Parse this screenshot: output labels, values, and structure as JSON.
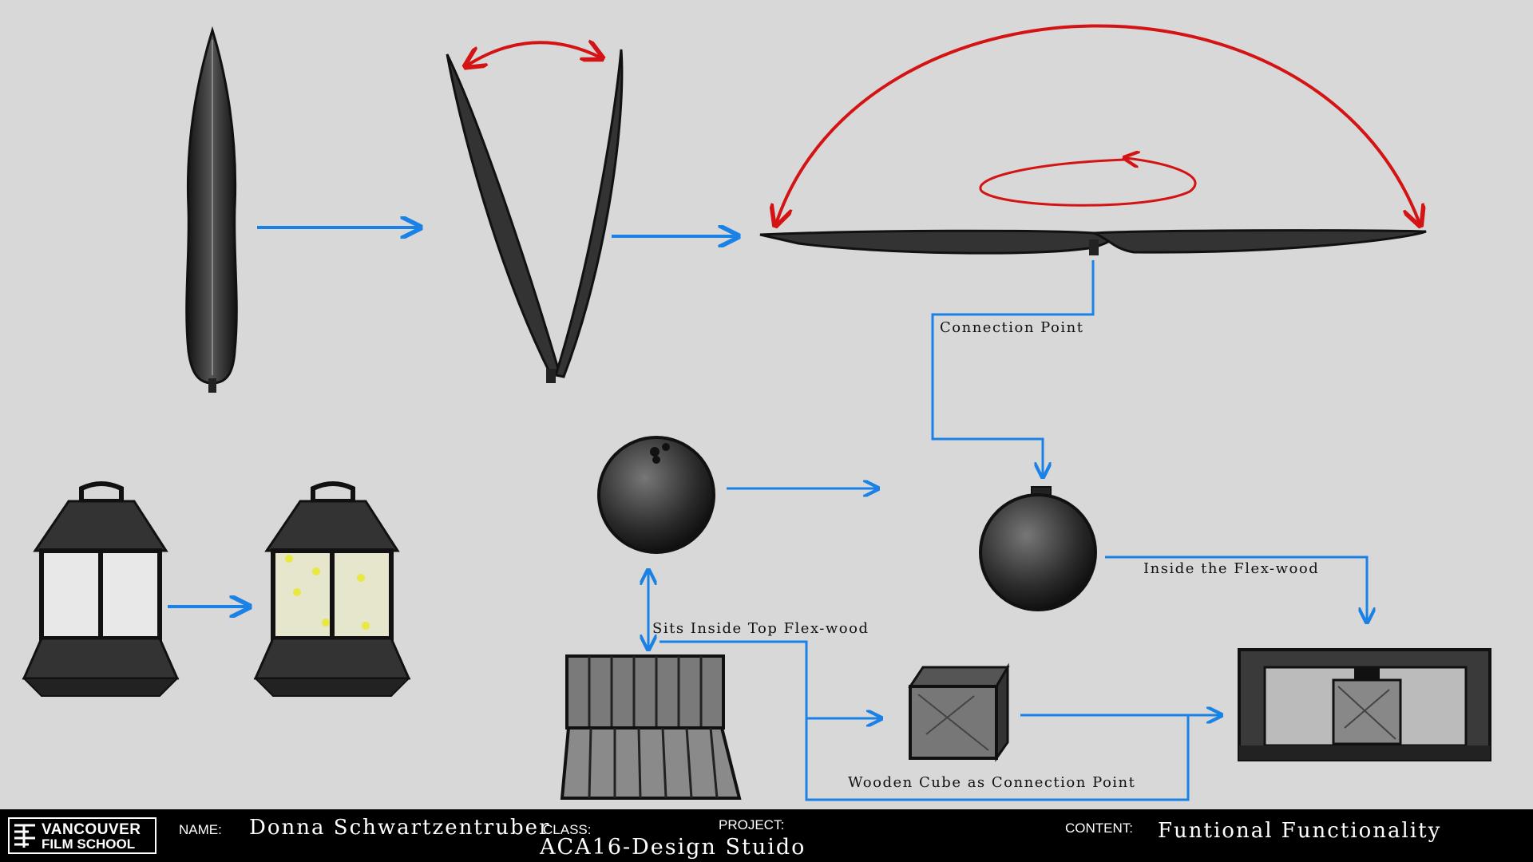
{
  "labels": {
    "connection_point": "Connection Point",
    "inside_flexwood": "Inside the Flex-wood",
    "sits_inside": "Sits Inside Top Flex-wood",
    "wooden_cube": "Wooden Cube as Connection Point"
  },
  "footer": {
    "logo_line1": "VANCOUVER",
    "logo_line2": "FILM SCHOOL",
    "name_key": "NAME:",
    "name_val": "Donna Schwartzentruber",
    "class_key": "CLASS:",
    "project_key": "PROJECT:",
    "project_val": "ACA16-Design Stuido",
    "content_key": "CONTENT:",
    "content_val": "Funtional Functionality"
  },
  "colors": {
    "flow_arrow": "#1a82e6",
    "motion_arrow": "#d41414",
    "firefly": "#e8e840",
    "ink": "#222222"
  }
}
